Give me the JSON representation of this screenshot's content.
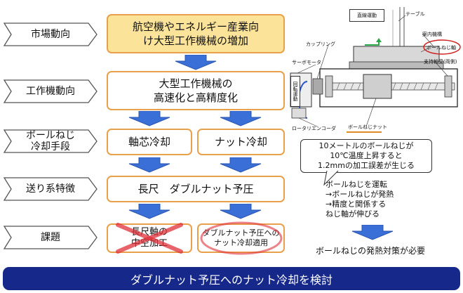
{
  "left_steps": [
    {
      "label": "市場動向"
    },
    {
      "label": "工作機動向"
    },
    {
      "label": "ボールねじ\n冷却手段"
    },
    {
      "label": "送り系特徴"
    },
    {
      "label": "課題"
    }
  ],
  "boxes": {
    "market": "航空機やエネルギー産業向\nけ大型工作機械の増加",
    "machine": "大型工作機械の\n高速化と高精度化",
    "shaft_cooling": "軸芯冷却",
    "nut_cooling": "ナット冷却",
    "feature": "長尺　ダブルナット予圧",
    "issue_left": "長尺軸の\n中空加工",
    "issue_right": "ダブルナット予圧への\nナット冷却適用"
  },
  "diagram_labels": {
    "linear_motion": "直線運動",
    "table": "テーブル",
    "guide": "案内機構",
    "ball_screw_shaft": "ボールねじ軸",
    "support_bearing": "支持軸受(両側)",
    "coupling": "カップリング",
    "servo_motor": "サーボモータ",
    "rotary_motion": "回転運動",
    "rotary_encoder": "ロータリエンコーダ",
    "ball_screw_nut": "ボールねじナット"
  },
  "info_box": "10メートルのボールねじが\n10℃温度上昇すると\n1.2mmの加工誤差が生じる",
  "mechanism_note": "ボールねじを運転\n→ボールねじが発熱\n→精度と関係する\nねじ軸が伸びる",
  "conclusion": "ボールねじの発熱対策が必要",
  "banner": "ダブルナット予圧へのナット冷却を検討",
  "colors": {
    "box_border": "#e9a04a",
    "box_yellow": "#fbe39a",
    "arrow": "#3b6fd8",
    "banner": "#16288a",
    "cross": "#e0303a"
  }
}
